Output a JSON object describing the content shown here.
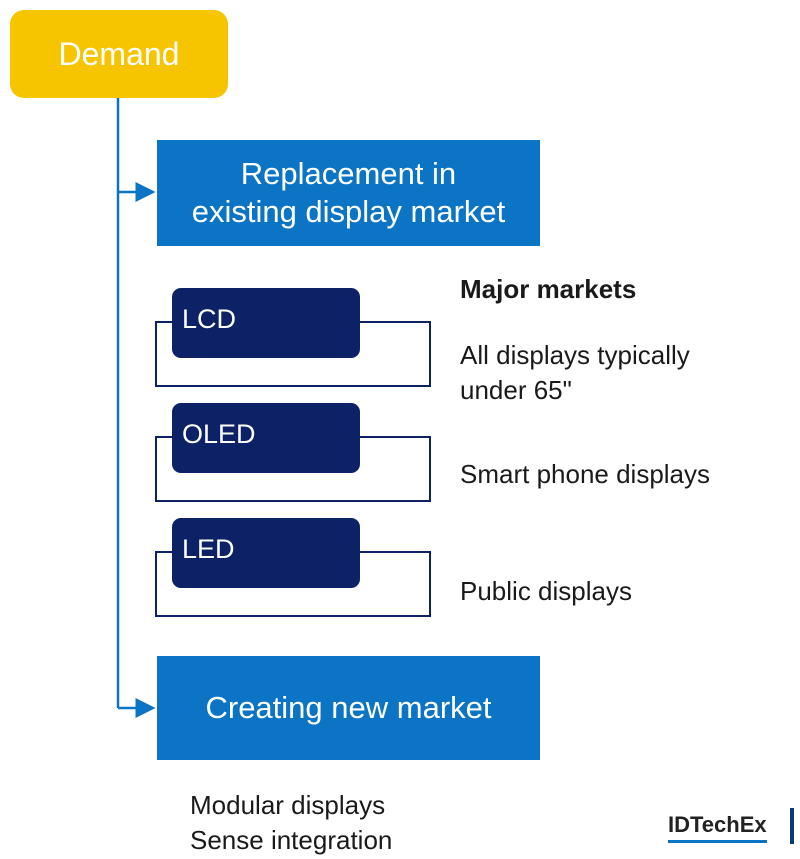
{
  "diagram": {
    "demand": "Demand",
    "replacement": [
      "Replacement in",
      "existing display market"
    ],
    "technologies": [
      "LCD",
      "OLED",
      "LED"
    ],
    "markets_heading": "Major markets",
    "markets": [
      [
        "All displays typically",
        "under 65\""
      ],
      [
        "Smart phone displays"
      ],
      [
        "Public displays"
      ]
    ],
    "creating": "Creating new market",
    "new_markets": [
      "Modular displays",
      "Sense integration"
    ],
    "logo": "IDTechEx"
  },
  "colors": {
    "demand": "#f7c400",
    "blue_box": "#0b74c4",
    "tech_box": "#0c2166",
    "connector": "#0b74c4",
    "bracket": "#0c2166"
  }
}
